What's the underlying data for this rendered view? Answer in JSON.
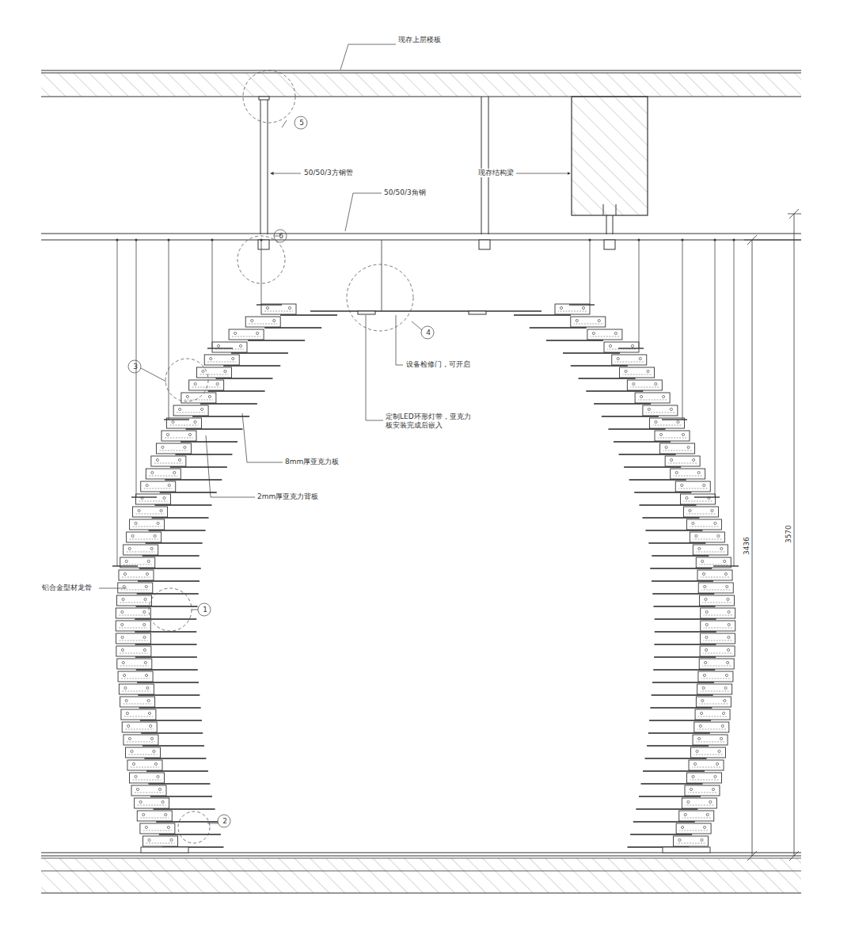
{
  "diagram": {
    "labels": [
      "现存上层楼板",
      "5",
      "50/50/3方钢管",
      "现存结构梁",
      "50/50/3角钢",
      "6",
      "4",
      "设备检修门，可开启",
      "3",
      "定制LED环形灯带，亚克力板安装完成后嵌入",
      "8mm厚亚克力板",
      "2mm厚亚克力背板",
      "1",
      "铝合金型材龙骨",
      "3436",
      "3570",
      "2"
    ]
  }
}
